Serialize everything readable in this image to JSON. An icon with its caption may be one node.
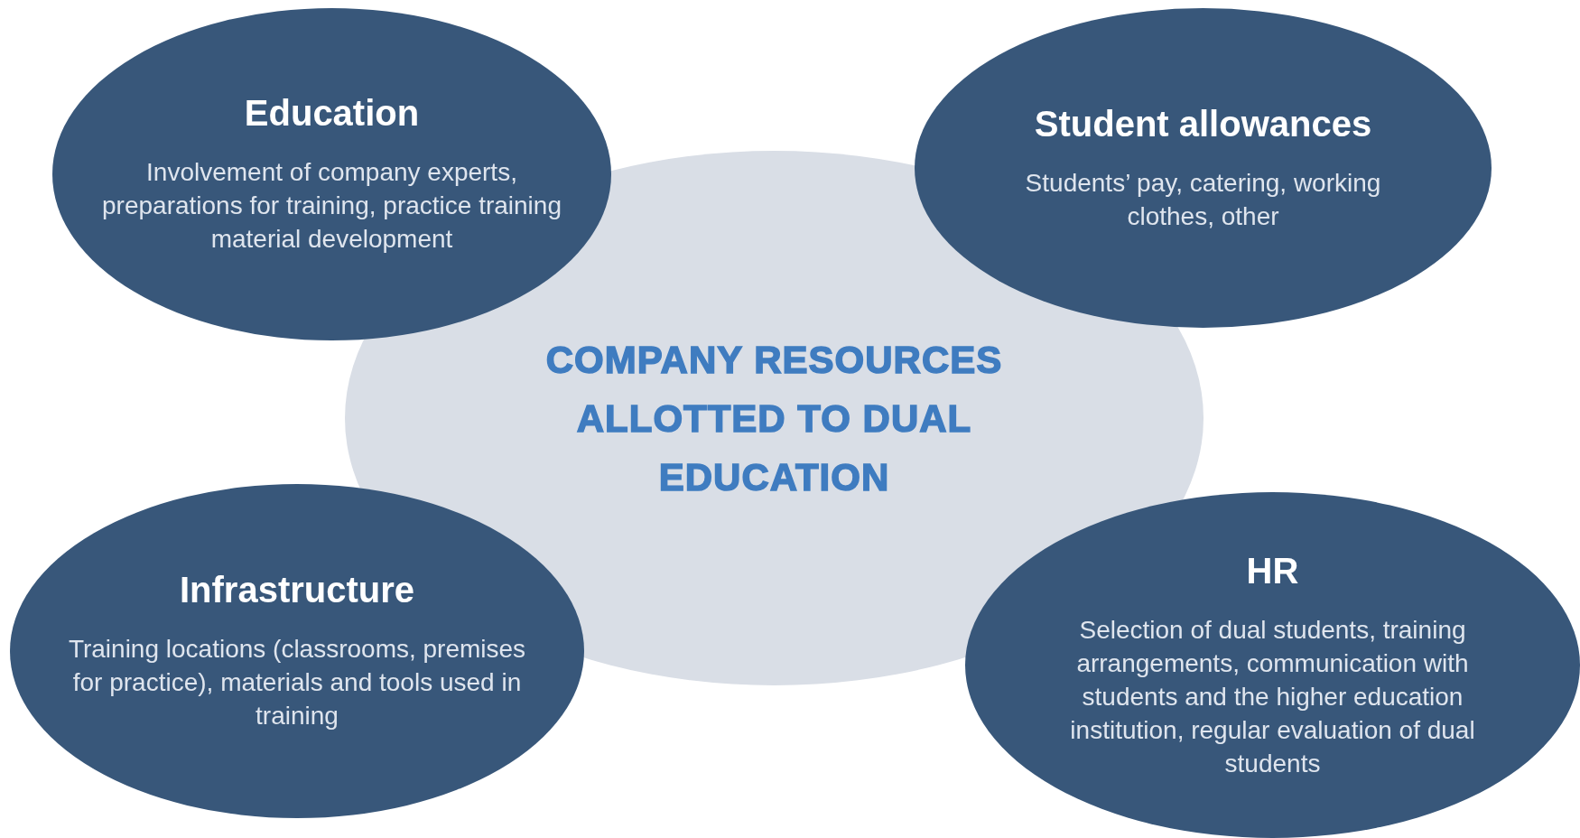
{
  "diagram": {
    "nodes": [
      {
        "text": [
          "COMPANY RESOURCES ALLOTTED TO DUAL EDUCATION"
        ]
      },
      {
        "text": [
          "Education",
          "Involvement of company experts, preparations for training, practice training material development"
        ]
      },
      {
        "text": [
          "Student allowances",
          "Students’ pay, catering, working clothes, other"
        ]
      },
      {
        "text": [
          "Infrastructure",
          "Training locations (classrooms, premises for practice), materials and tools used in training"
        ]
      },
      {
        "text": [
          "HR",
          "Selection of dual students, training arrangements, communication with students and the higher education institution, regular evaluation of dual students"
        ]
      }
    ],
    "edges": []
  }
}
